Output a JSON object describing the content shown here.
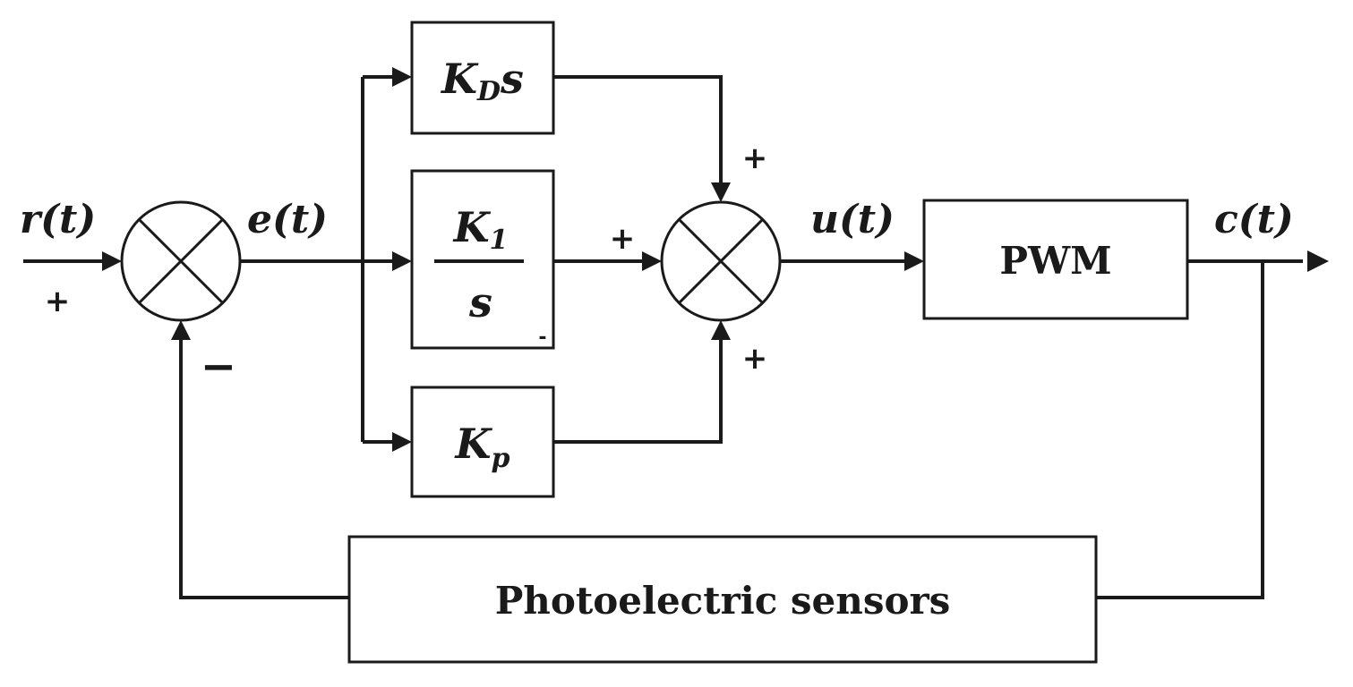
{
  "signals": {
    "reference": "r(t)",
    "error": "e(t)",
    "control": "u(t)",
    "output": "c(t)"
  },
  "blocks": {
    "derivative": {
      "gain": "K",
      "subscript": "D",
      "operator": "s"
    },
    "integral": {
      "numerator_gain": "K",
      "numerator_subscript": "1",
      "denominator": "s",
      "corner_mark": "-"
    },
    "proportional": {
      "gain": "K",
      "subscript": "p"
    },
    "pwm": "PWM",
    "sensor": "Photoelectric sensors"
  },
  "signs": {
    "reference_plus": "+",
    "feedback_minus": "−",
    "derivative_plus": "+",
    "integral_plus": "+",
    "proportional_plus": "+"
  }
}
